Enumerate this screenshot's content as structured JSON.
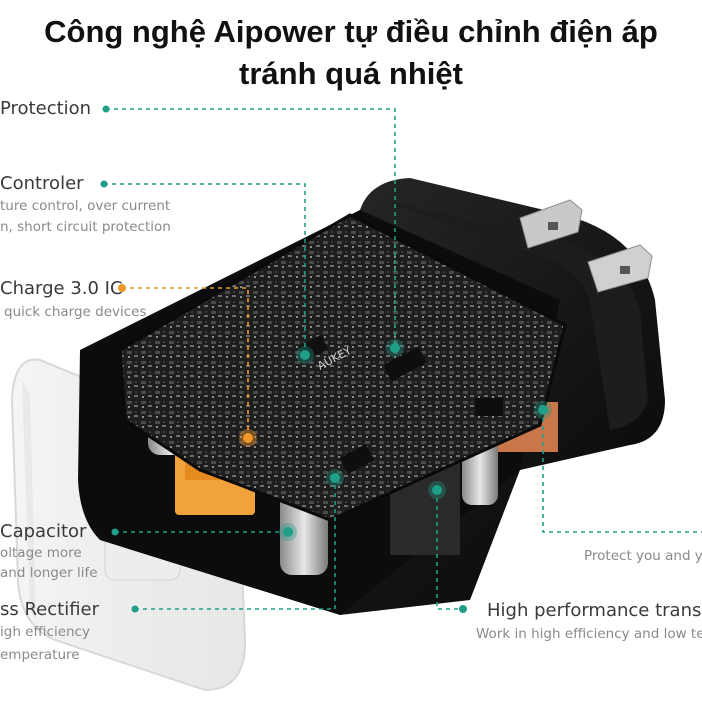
{
  "title": {
    "line1": "Công nghệ Aipower tự điều chỉnh điện áp",
    "line2": "tránh quá nhiệt"
  },
  "labels": {
    "protection": "Protection",
    "controller": {
      "heading": "Controler",
      "line1": "ture control, over current",
      "line2": "n, short circuit protection"
    },
    "quick_charge": {
      "heading": "Charge 3.0 IC",
      "line1": "quick charge devices"
    },
    "capacitor": {
      "heading": "Capacitor",
      "line1": "oltage more",
      "line2": "and longer life"
    },
    "rectifier": {
      "heading": "ss  Rectifier",
      "line1": "igh efficiency",
      "line2": "emperature"
    },
    "protect_you": "Protect you and yo",
    "transformer": {
      "heading": "High performance trans",
      "line1": "Work in high efficiency and low ten"
    }
  },
  "product": {
    "brand_on_board": "AUKEY",
    "usb_port_color": "#f2a23a"
  },
  "colors": {
    "leader_teal": "#1f9e88",
    "leader_orange": "#f0972a",
    "board_dark": "#1c1c1c",
    "casing_black": "#111111"
  }
}
